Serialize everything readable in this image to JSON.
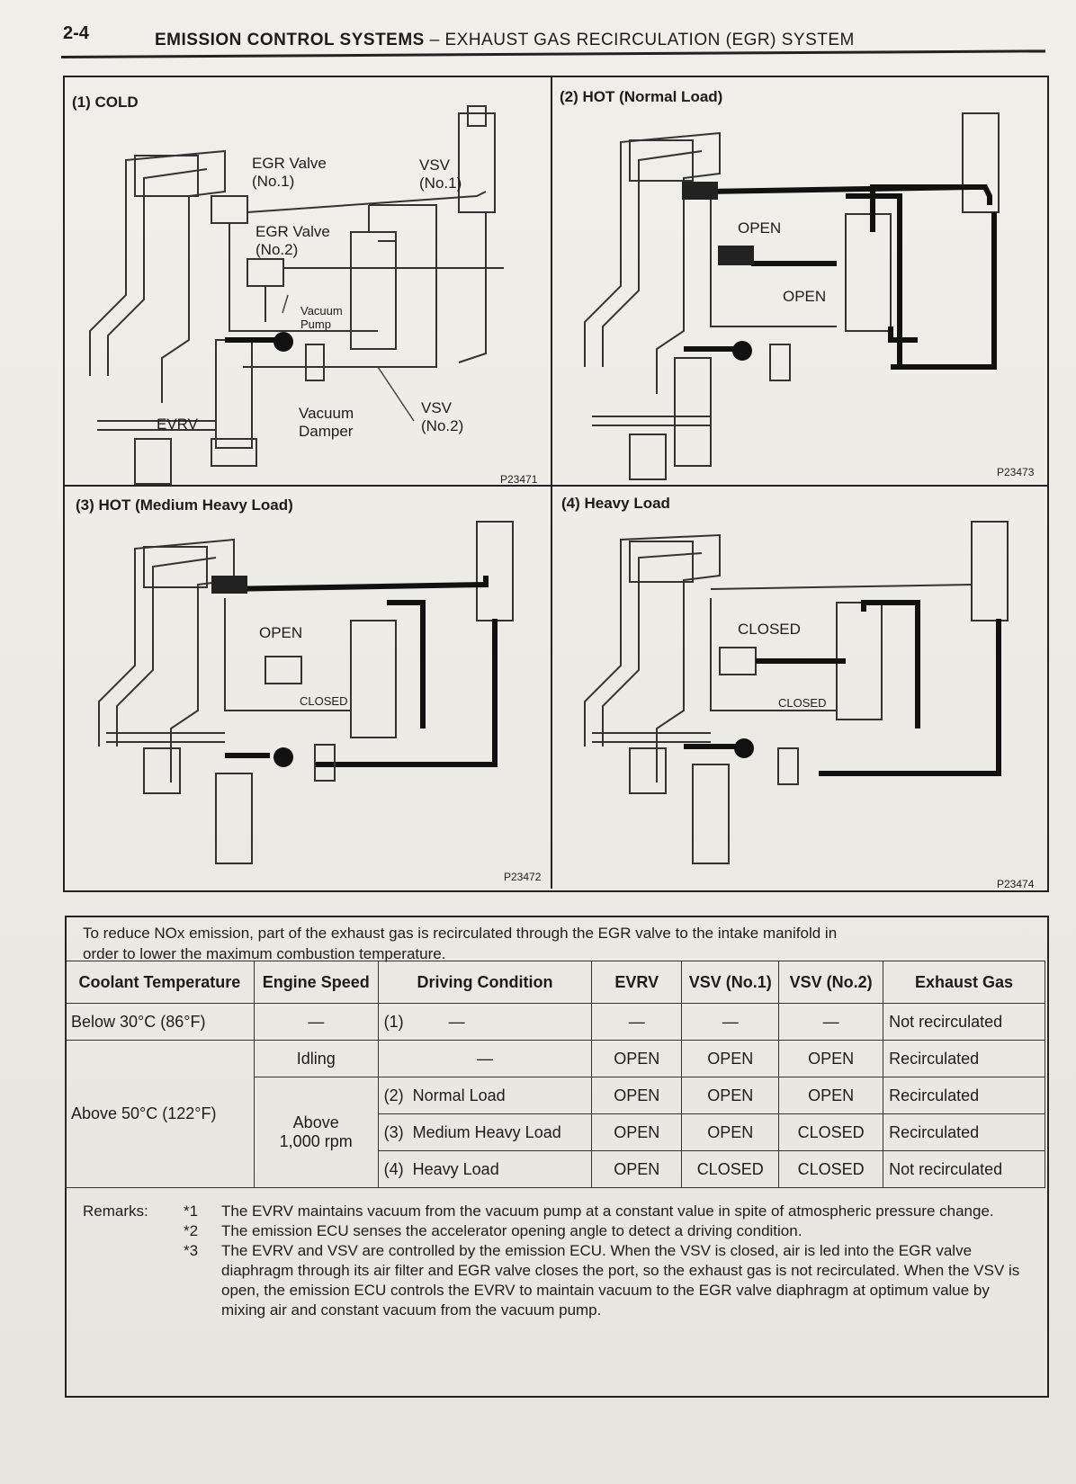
{
  "header": {
    "page_number": "2-4",
    "title_bold": "EMISSION CONTROL SYSTEMS",
    "title_rest": " – EXHAUST GAS RECIRCULATION (EGR) SYSTEM"
  },
  "panels": [
    {
      "title": "(1) COLD",
      "code": "P23471"
    },
    {
      "title": "(2) HOT (Normal Load)",
      "code": "P23473"
    },
    {
      "title": "(3) HOT (Medium Heavy Load)",
      "code": "P23472"
    },
    {
      "title": "(4) Heavy Load",
      "code": "P23474"
    }
  ],
  "labels": {
    "egr_valve_1": "EGR Valve",
    "egr_valve_1_no": "(No.1)",
    "vsv_1": "VSV",
    "vsv_1_no": "(No.1)",
    "egr_valve_2": "EGR Valve",
    "egr_valve_2_no": "(No.2)",
    "vacuum_pump_1": "Vacuum",
    "vacuum_pump_2": "Pump",
    "evrv": "EVRV",
    "vacuum_damper_1": "Vacuum",
    "vacuum_damper_2": "Damper",
    "vsv_2": "VSV",
    "vsv_2_no": "(No.2)",
    "open": "OPEN",
    "closed": "CLOSED"
  },
  "table": {
    "intro_line1": "To reduce NOx emission, part of the exhaust gas is recirculated through the EGR valve to the intake manifold in",
    "intro_line2": "order to lower the maximum combustion temperature.",
    "headers": [
      "Coolant Temperature",
      "Engine Speed",
      "Driving Condition",
      "EVRV",
      "VSV (No.1)",
      "VSV (No.2)",
      "Exhaust Gas"
    ],
    "coolant_below": "Below 30°C (86°F)",
    "coolant_above": "Above 50°C (122°F)",
    "speed_dash": "—",
    "speed_idling": "Idling",
    "speed_above_1": "Above",
    "speed_above_2": "1,000 rpm",
    "rows": [
      {
        "cond_no": "(1)",
        "cond": "—",
        "evrv": "—",
        "vsv1": "—",
        "vsv2": "—",
        "gas": "Not recirculated"
      },
      {
        "cond_no": "",
        "cond": "—",
        "evrv": "OPEN",
        "vsv1": "OPEN",
        "vsv2": "OPEN",
        "gas": "Recirculated"
      },
      {
        "cond_no": "(2)",
        "cond": "Normal Load",
        "evrv": "OPEN",
        "vsv1": "OPEN",
        "vsv2": "OPEN",
        "gas": "Recirculated"
      },
      {
        "cond_no": "(3)",
        "cond": "Medium Heavy Load",
        "evrv": "OPEN",
        "vsv1": "OPEN",
        "vsv2": "CLOSED",
        "gas": "Recirculated"
      },
      {
        "cond_no": "(4)",
        "cond": "Heavy Load",
        "evrv": "OPEN",
        "vsv1": "CLOSED",
        "vsv2": "CLOSED",
        "gas": "Not recirculated"
      }
    ]
  },
  "remarks": {
    "label": "Remarks:",
    "items": [
      {
        "mark": "*1",
        "text": "The EVRV maintains vacuum from the vacuum pump at a constant value in spite of atmospheric pressure change."
      },
      {
        "mark": "*2",
        "text": "The emission ECU senses the accelerator opening angle to detect a driving condition."
      },
      {
        "mark": "*3",
        "text": "The EVRV and VSV are controlled by the emission ECU. When the VSV is closed, air is led into the EGR valve diaphragm through its air filter and EGR valve closes the port, so the exhaust gas is not recirculated. When the VSV is open, the emission ECU controls the EVRV to maintain vacuum to the EGR valve diaphragm at optimum value by mixing air and constant vacuum from the vacuum pump."
      }
    ]
  }
}
